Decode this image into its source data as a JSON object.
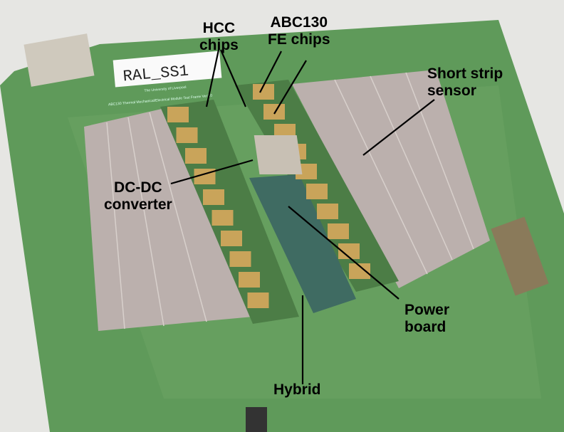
{
  "board_label": "RAL_SS1",
  "silkscreen": [
    "The University of Liverpool",
    "ABC130 Thermal Mechanical/Electrical Module Test Frame Ver1.0"
  ],
  "annotations": {
    "hcc": [
      "HCC",
      "chips"
    ],
    "abc": [
      "ABC130",
      "FE chips"
    ],
    "sensor": [
      "Short strip",
      "sensor"
    ],
    "dcdc": [
      "DC-DC",
      "converter"
    ],
    "power": [
      "Power",
      "board"
    ],
    "hybrid": [
      "Hybrid"
    ]
  },
  "colors": {
    "pcb": "#5f9a5a",
    "sensor": "#b9aeab",
    "chip": "#c9a45a",
    "background": "#e4e4e2"
  }
}
